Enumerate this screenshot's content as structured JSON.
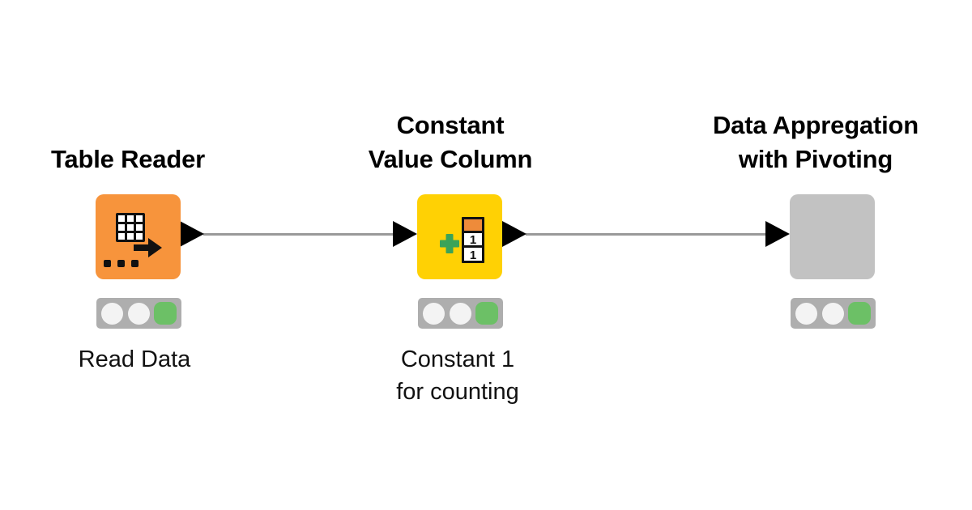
{
  "workflow": {
    "background": "#FFFFFF",
    "connection_color": "#999999",
    "port_color": "#000000",
    "traffic_light": {
      "background": "#AEAEAE",
      "off_color": "#F3F3F3",
      "on_color": "#6CC066"
    },
    "nodes": [
      {
        "id": "table-reader",
        "title_lines": [
          "Table Reader"
        ],
        "annotation_lines": [
          "Read Data"
        ],
        "color": "#F7943C",
        "icon": "table-with-arrow-icon",
        "icon_colors": {
          "glyph": "#111111",
          "cell": "#FFFFFF"
        },
        "status": "executed",
        "lights": [
          "off",
          "off",
          "on"
        ],
        "light_colors": [
          "#F3F3F3",
          "#F3F3F3",
          "#6CC066"
        ]
      },
      {
        "id": "constant-value-column",
        "title_lines": [
          "Constant",
          "Value Column"
        ],
        "annotation_lines": [
          "Constant 1",
          "for counting"
        ],
        "color": "#FFD104",
        "icon": "add-constant-column-icon",
        "icon_digits": [
          "1",
          "1"
        ],
        "icon_colors": {
          "plus": "#3AA359",
          "header": "#EE8B3A",
          "glyph": "#111111",
          "cell": "#FFFFFF"
        },
        "status": "executed",
        "lights": [
          "off",
          "off",
          "on"
        ],
        "light_colors": [
          "#F3F3F3",
          "#F3F3F3",
          "#6CC066"
        ]
      },
      {
        "id": "data-appregation-with-pivoting",
        "title_lines": [
          "Data Appregation",
          "with Pivoting"
        ],
        "annotation_lines": [],
        "color": "#C2C2C2",
        "icon": "none",
        "status": "executed",
        "lights": [
          "off",
          "off",
          "on"
        ],
        "light_colors": [
          "#F3F3F3",
          "#F3F3F3",
          "#6CC066"
        ]
      }
    ],
    "connections": [
      {
        "from": "table-reader",
        "to": "constant-value-column"
      },
      {
        "from": "constant-value-column",
        "to": "data-appregation-with-pivoting"
      }
    ]
  }
}
